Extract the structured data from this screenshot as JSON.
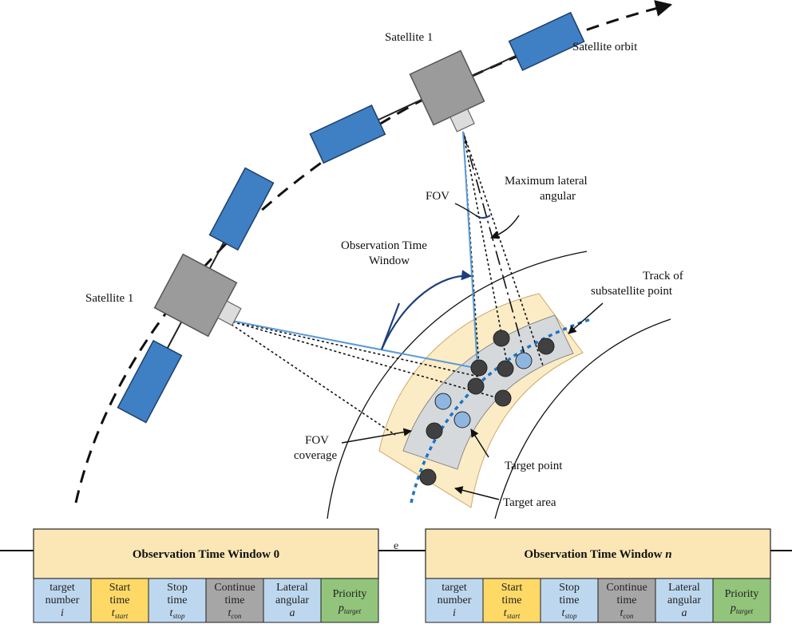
{
  "labels": {
    "satellite_top": "Satellite 1",
    "satellite_left": "Satellite 1",
    "satellite_orbit": "Satellite orbit",
    "max_lateral_line1": "Maximum lateral",
    "max_lateral_line2": "angular",
    "fov": "FOV",
    "otw_line1": "Observation Time",
    "otw_line2": "Window",
    "track_line1": "Track of",
    "track_line2": "subsatellite point",
    "fov_cov_line1": "FOV",
    "fov_cov_line2": "coverage",
    "target_point": "Target point",
    "target_area": "Target area",
    "separator": "e"
  },
  "windows": [
    {
      "title": "Observation Time Window 0",
      "cells": [
        {
          "line1": "target",
          "line2": "number",
          "symbol": "i"
        },
        {
          "line1": "Start",
          "line2": "time",
          "symbol": "t_start"
        },
        {
          "line1": "Stop",
          "line2": "time",
          "symbol": "t_stop"
        },
        {
          "line1": "Continue",
          "line2": "time",
          "symbol": "t_con"
        },
        {
          "line1": "Lateral",
          "line2": "angular",
          "symbol": "a"
        },
        {
          "line1": "Priority",
          "line2": "",
          "symbol": "p_target"
        }
      ]
    },
    {
      "title": "Observation Time Window n",
      "cells": [
        {
          "line1": "target",
          "line2": "number",
          "symbol": "i"
        },
        {
          "line1": "Start",
          "line2": "time",
          "symbol": "t_start"
        },
        {
          "line1": "Stop",
          "line2": "time",
          "symbol": "t_stop"
        },
        {
          "line1": "Continue",
          "line2": "time",
          "symbol": "t_con"
        },
        {
          "line1": "Lateral",
          "line2": "angular",
          "symbol": "a"
        },
        {
          "line1": "Priority",
          "line2": "",
          "symbol": "p_target"
        }
      ]
    }
  ],
  "colors": {
    "target_area": "#fbecc6",
    "fov_coverage": "#d6d9dc",
    "solar_panel": "#3f7fc4",
    "satellite_body": "#9b9b9b",
    "fov_line": "#5b9bd5",
    "track": "#1f74c6",
    "target_dark": "#404040",
    "target_light": "#8fb6e0",
    "header_fill": "#fbe7b6",
    "cell_blue": "#bdd7ee",
    "cell_yellow": "#ffd966",
    "cell_gray": "#a6a6a6",
    "cell_green": "#92c47c"
  },
  "icons": [
    "satellite-icon",
    "solar-panel-icon",
    "target-point-icon"
  ]
}
